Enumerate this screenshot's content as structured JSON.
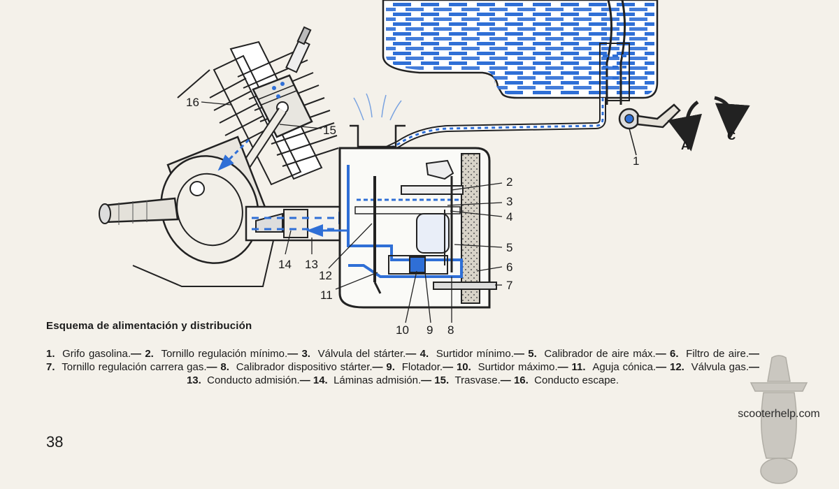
{
  "diagram": {
    "title": "Esquema de alimentación y distribución",
    "callouts": [
      {
        "id": "1",
        "label": "1"
      },
      {
        "id": "2",
        "label": "2"
      },
      {
        "id": "3",
        "label": "3"
      },
      {
        "id": "4",
        "label": "4"
      },
      {
        "id": "5",
        "label": "5"
      },
      {
        "id": "6",
        "label": "6"
      },
      {
        "id": "7",
        "label": "7"
      },
      {
        "id": "8",
        "label": "8"
      },
      {
        "id": "9",
        "label": "9"
      },
      {
        "id": "10",
        "label": "10"
      },
      {
        "id": "11",
        "label": "11"
      },
      {
        "id": "12",
        "label": "12"
      },
      {
        "id": "13",
        "label": "13"
      },
      {
        "id": "14",
        "label": "14"
      },
      {
        "id": "15",
        "label": "15"
      },
      {
        "id": "16",
        "label": "16"
      },
      {
        "id": "A",
        "label": "A"
      },
      {
        "id": "C",
        "label": "C"
      }
    ],
    "legend": [
      {
        "num": "1.",
        "text": "Grifo gasolina."
      },
      {
        "num": "2.",
        "text": "Tornillo regulación mínimo."
      },
      {
        "num": "3.",
        "text": "Válvula del stárter."
      },
      {
        "num": "4.",
        "text": "Surtidor mínimo."
      },
      {
        "num": "5.",
        "text": "Calibrador de aire máx."
      },
      {
        "num": "6.",
        "text": "Filtro de aire."
      },
      {
        "num": "7.",
        "text": "Tornillo regulación carrera gas."
      },
      {
        "num": "8.",
        "text": "Calibrador dispositivo stárter."
      },
      {
        "num": "9.",
        "text": "Flotador."
      },
      {
        "num": "10.",
        "text": "Surtidor máximo."
      },
      {
        "num": "11.",
        "text": "Aguja cónica."
      },
      {
        "num": "12.",
        "text": "Válvula gas."
      },
      {
        "num": "13.",
        "text": "Conducto admisión."
      },
      {
        "num": "14.",
        "text": "Láminas admisión."
      },
      {
        "num": "15.",
        "text": "Trasvase."
      },
      {
        "num": "16.",
        "text": "Conducto escape."
      }
    ],
    "legend_separator": "—"
  },
  "page": {
    "number": "38",
    "watermark": "scooterhelp.com"
  },
  "colors": {
    "fuel_blue": "#2f6fd6",
    "line": "#222222",
    "paper": "#f4f1ea",
    "shade": "#c9c4b8"
  }
}
